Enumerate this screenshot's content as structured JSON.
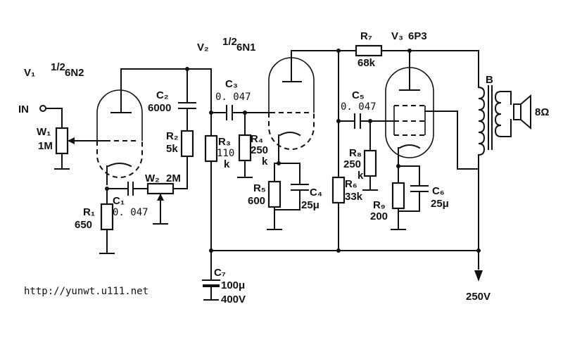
{
  "title_v1": "V₁",
  "title_v1_frac": "1/2",
  "title_v1_type": "6N2",
  "title_v2": "V₂",
  "title_v2_frac": "1/2",
  "title_v2_type": "6N1",
  "title_v3": "V₃",
  "title_v3_type": "6P3",
  "input_label": "IN",
  "w1": {
    "name": "W₁",
    "value": "1M"
  },
  "w2": {
    "name": "W₂",
    "value": "2M"
  },
  "r1": {
    "name": "R₁",
    "value": "650"
  },
  "r2": {
    "name": "R₂",
    "value": "5k"
  },
  "r3": {
    "name": "R₃",
    "value": "110",
    "unit": "k"
  },
  "r4": {
    "name": "R₄",
    "value": "250",
    "unit": "k"
  },
  "r5": {
    "name": "R₅",
    "value": "600"
  },
  "r6": {
    "name": "R₆",
    "value": "33k"
  },
  "r7": {
    "name": "R₇",
    "value": "68k"
  },
  "r8": {
    "name": "R₈",
    "value": "250",
    "unit": "k"
  },
  "r9": {
    "name": "R₉",
    "value": "200"
  },
  "c1": {
    "name": "C₁",
    "value": "0. 047"
  },
  "c2": {
    "name": "C₂",
    "value": "6000"
  },
  "c3": {
    "name": "C₃",
    "value": "0. 047"
  },
  "c4": {
    "name": "C₄",
    "value": "25μ"
  },
  "c5": {
    "name": "C₅",
    "value": "0. 047"
  },
  "c6": {
    "name": "C₆",
    "value": "25μ"
  },
  "c7": {
    "name": "C₇",
    "value": "100μ",
    "voltage": "400V"
  },
  "transformer": "B",
  "speaker": "8Ω",
  "supply": "250V",
  "url": "http://yunwt.u111.net"
}
